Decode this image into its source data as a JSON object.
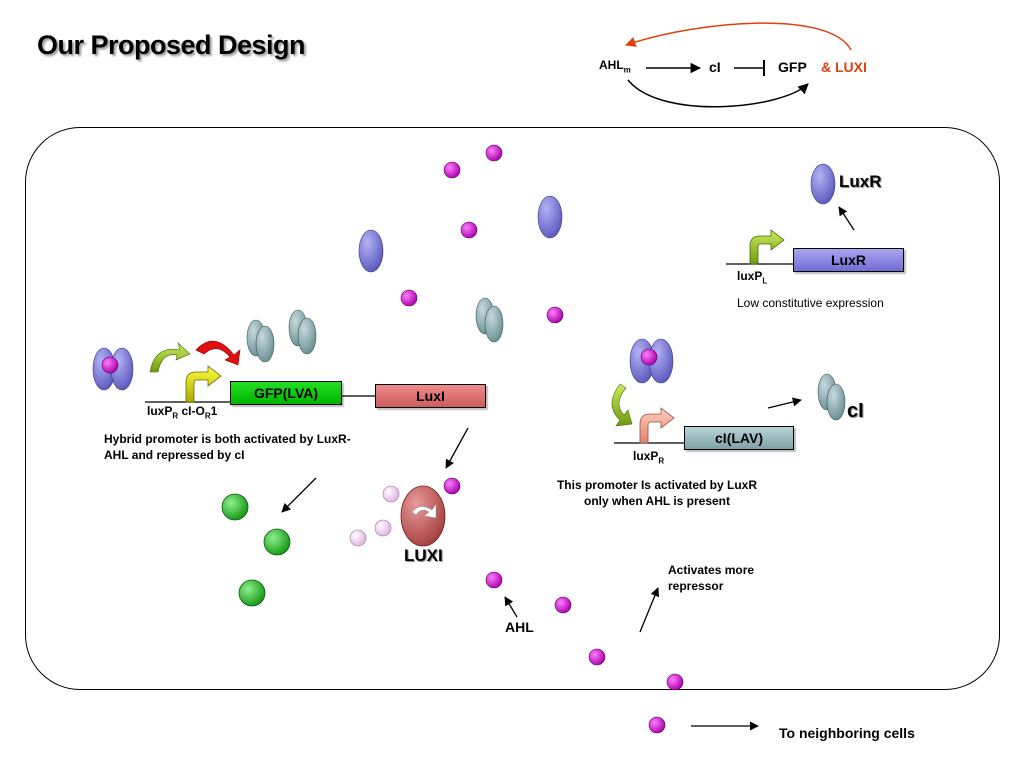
{
  "title": "Our Proposed Design",
  "circuit": {
    "ahl": "AHL",
    "ahl_sub": "m",
    "ci": "cI",
    "gfp": "GFP",
    "luxi": "& LUXI",
    "red_color": "#e04010"
  },
  "left_construct": {
    "promoter_label": "luxP",
    "promoter_sub": "R",
    "operator_label": "cI-O",
    "operator_sub": "R",
    "operator_suffix": "1",
    "gfp_gene": "GFP(LVA)",
    "luxi_gene": "LuxI",
    "note": "Hybrid promoter is both activated by LuxR-AHL and repressed by cI"
  },
  "right_construct": {
    "promoter_label": "luxP",
    "promoter_sub": "R",
    "gene": "cI(LAV)",
    "note": "This promoter Is activated by LuxR only when AHL is present",
    "product_label": "cI"
  },
  "luxr_construct": {
    "promoter_label": "luxP",
    "promoter_sub": "L",
    "gene": "LuxR",
    "product_label": "LuxR",
    "note": "Low constitutive expression"
  },
  "labels": {
    "luxi_enzyme": "LUXI",
    "ahl": "AHL",
    "activates": "Activates more repressor",
    "neighbors": "To neighboring cells"
  },
  "colors": {
    "ahl": "#c400c4",
    "luxr_protein": "#6e6cd0",
    "ci_protein": "#7fa2a6",
    "gfp": "#22b022",
    "luxi_enzyme": "#c44a4a"
  }
}
